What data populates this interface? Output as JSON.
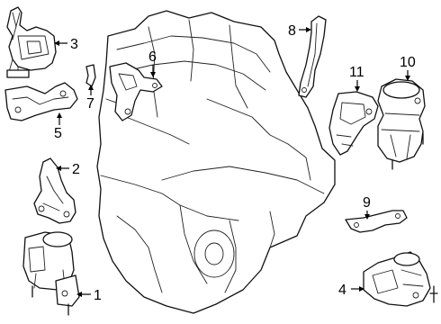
{
  "diagram": {
    "callouts": [
      {
        "id": "1",
        "label": "1"
      },
      {
        "id": "2",
        "label": "2"
      },
      {
        "id": "3",
        "label": "3"
      },
      {
        "id": "4",
        "label": "4"
      },
      {
        "id": "5",
        "label": "5"
      },
      {
        "id": "6",
        "label": "6"
      },
      {
        "id": "7",
        "label": "7"
      },
      {
        "id": "8",
        "label": "8"
      },
      {
        "id": "9",
        "label": "9"
      },
      {
        "id": "10",
        "label": "10"
      },
      {
        "id": "11",
        "label": "11"
      }
    ],
    "stroke_color": "#111111",
    "background": "#ffffff"
  }
}
